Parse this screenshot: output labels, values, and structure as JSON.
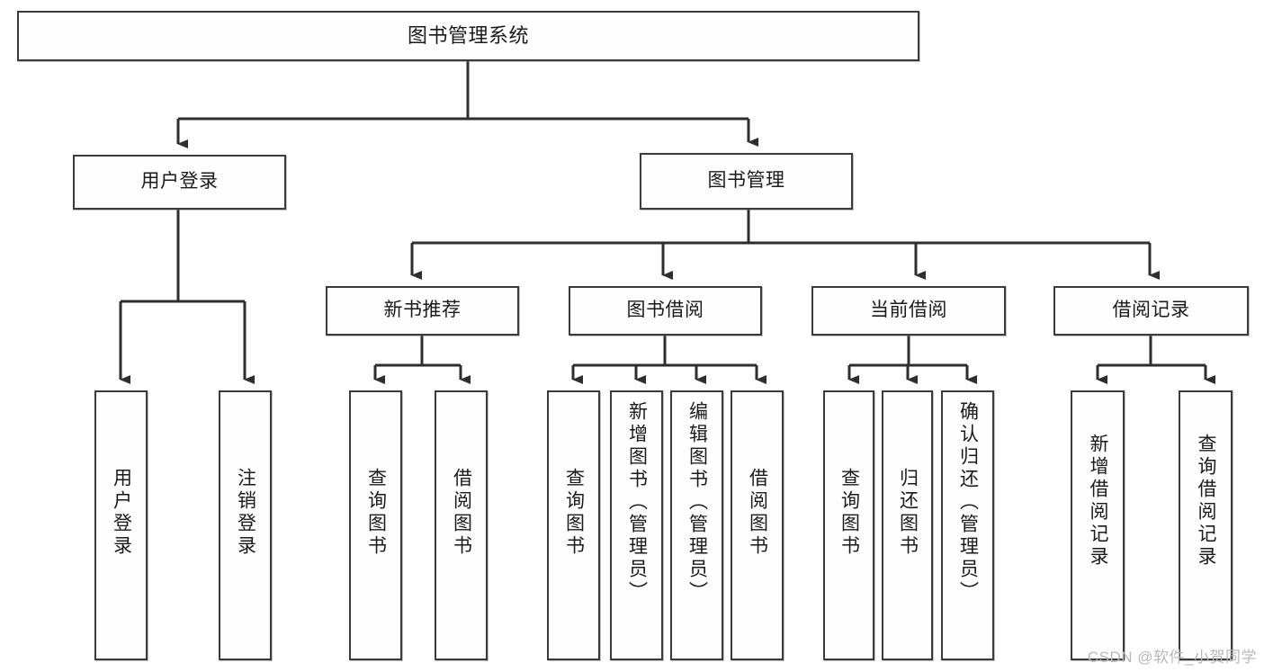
{
  "diagram": {
    "title": "图书管理系统",
    "type": "tree-hierarchy-chart",
    "background_color": "#ffffff",
    "box_border_color": "#3b3b3b",
    "box_fill_color": "#fefefe",
    "connector_color": "#2e2e2e"
  },
  "nodes": {
    "root": {
      "label": "图书管理系统"
    },
    "level2": [
      {
        "id": "user-login",
        "label": "用户登录"
      },
      {
        "id": "book-management",
        "label": "图书管理"
      }
    ],
    "level3": [
      {
        "id": "new-book-recommend",
        "label": "新书推荐"
      },
      {
        "id": "book-borrow",
        "label": "图书借阅"
      },
      {
        "id": "current-borrow",
        "label": "当前借阅"
      },
      {
        "id": "borrow-record",
        "label": "借阅记录"
      }
    ],
    "leaves": {
      "user_login": [
        {
          "id": "leaf-user-login",
          "label": "用户登录"
        },
        {
          "id": "leaf-logout-login",
          "label": "注销登录"
        }
      ],
      "new_book_recommend": [
        {
          "id": "leaf-query-book-1",
          "label": "查询图书"
        },
        {
          "id": "leaf-borrow-book-1",
          "label": "借阅图书"
        }
      ],
      "book_borrow": [
        {
          "id": "leaf-query-book-2",
          "label": "查询图书"
        },
        {
          "id": "leaf-add-book",
          "label": "新增图书（管理员）"
        },
        {
          "id": "leaf-edit-book",
          "label": "编辑图书（管理员）"
        },
        {
          "id": "leaf-borrow-book-2",
          "label": "借阅图书"
        }
      ],
      "current_borrow": [
        {
          "id": "leaf-query-book-3",
          "label": "查询图书"
        },
        {
          "id": "leaf-return-book",
          "label": "归还图书"
        },
        {
          "id": "leaf-confirm-return",
          "label": "确认归还（管理员）"
        }
      ],
      "borrow_record": [
        {
          "id": "leaf-add-record",
          "label": "新增借阅记录"
        },
        {
          "id": "leaf-query-record",
          "label": "查询借阅记录"
        }
      ]
    }
  },
  "watermark": {
    "text": "CSDN @软件_小贺同学"
  }
}
